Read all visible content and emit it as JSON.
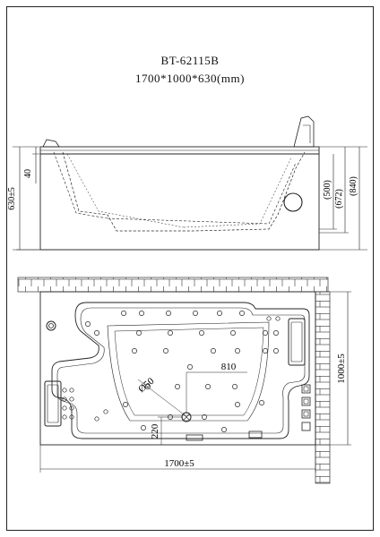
{
  "title": {
    "model": "BT-62115B",
    "size": "1700*1000*630(mm)"
  },
  "side_view": {
    "height_total": "630±5",
    "rim_height": "40",
    "depth_500": "(500)",
    "depth_672": "(672)",
    "depth_840": "(840)"
  },
  "top_view": {
    "diameter": "Ø50",
    "dim_810": "810",
    "dim_220": "220",
    "width_total": "1700±5",
    "depth_total": "1000±5"
  }
}
